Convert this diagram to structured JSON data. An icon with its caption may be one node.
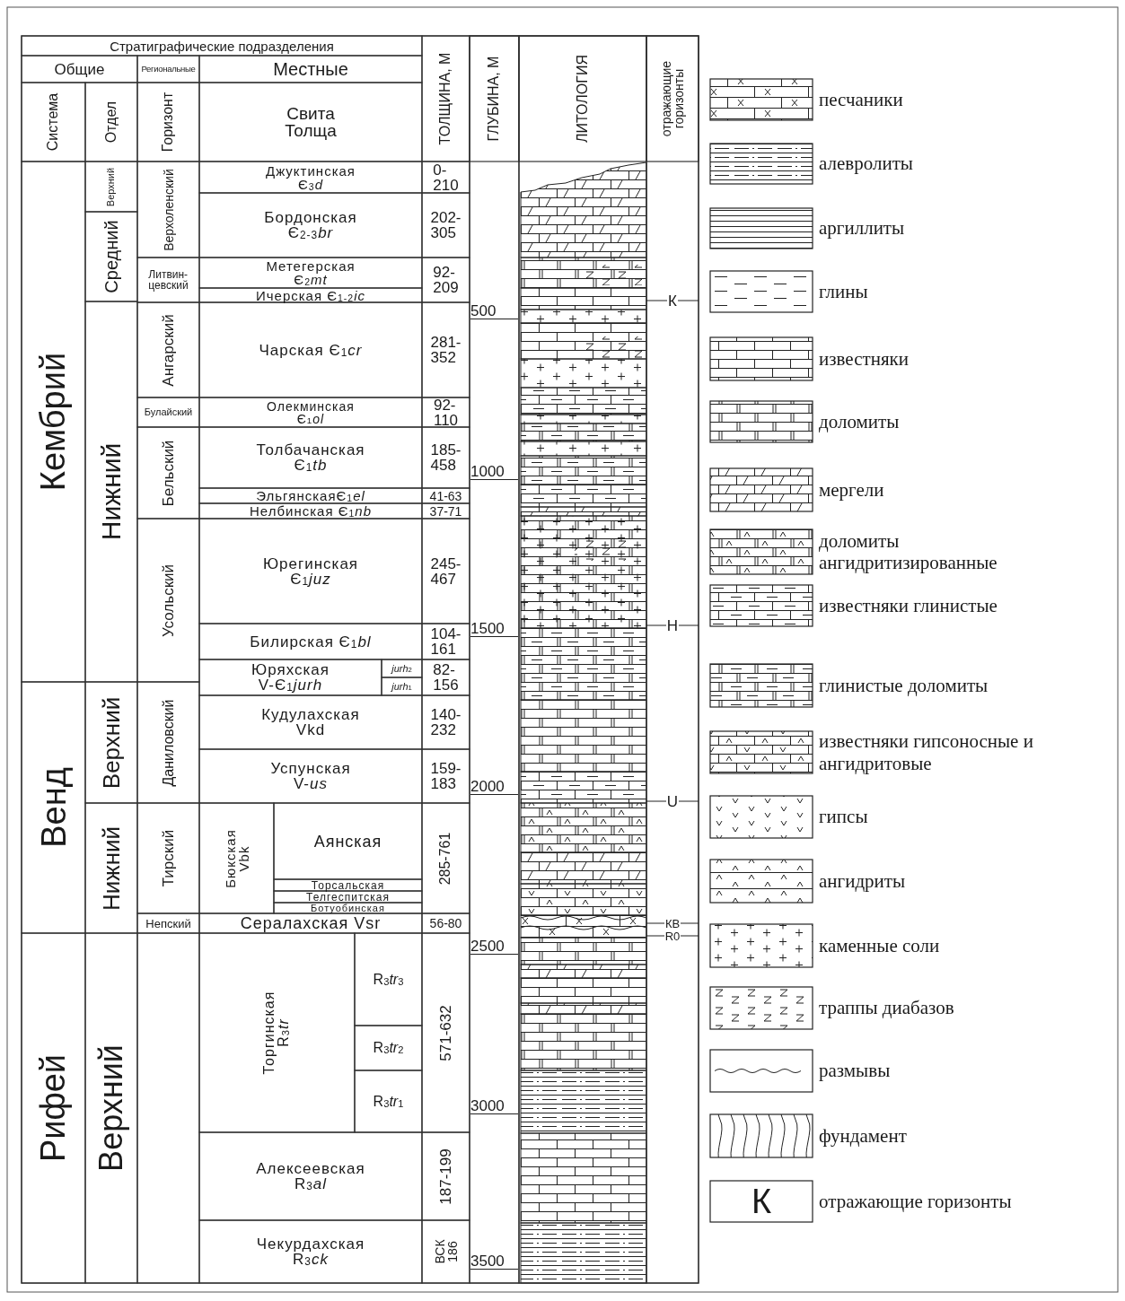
{
  "diagram": {
    "labels": [
      "Стратиграфические подразделения",
      "Общие",
      "Региональные",
      "Местные",
      "Система",
      "Отдел",
      "Горизонт",
      "Свита Толща",
      "ТОЛЩИНА, М",
      "ГЛУБИНА, М",
      "ЛИТОЛОГИЯ",
      "отражающие горизонты",
      "Кембрий",
      "Верхний",
      "Верхоленский",
      "Джуктинская Є$_{3}$*d*",
      "0- 210",
      "Бордонская Є$_{2-3}$*br*",
      "202- 305",
      "Средний",
      "Литвин- цевский",
      "Метегерская Є$_{2}$*mt*",
      "92- 209",
      "Ичерская Є$_{1-2}$*ic*",
      "Нижний",
      "Ангарский",
      "Чарская Є$_{1}$*cr*",
      "281- 352",
      "Булайский",
      "Олекминская Є$_{1}$*ol*",
      "92- 110",
      "Бельский",
      "Толбачанская Є$_{1}$*tb*",
      "185- 458",
      "ЭльгянскаяЄ$_{1}$*el*",
      "41-63",
      "Нелбинская Є$_{1}$*nb*",
      "37-71",
      "Усольский",
      "Юрегинская Є$_{1}$*juz*",
      "245- 467",
      "Билирская Є$_{1}$*bl*",
      "104- 161",
      "Юряхская V-Є$_{1}$*jurh*",
      "*jurh*$_{2}$",
      "82- 156",
      "*jurh*$_{1}$",
      "Венд",
      "Верхний",
      "Даниловский",
      "Кудулахская Vkd",
      "140- 232",
      "Успунская V-*us*",
      "159- 183",
      "Нижний",
      "Тирский",
      "Бюкская Vbk",
      "Аянская",
      "285-761",
      "Торсальская",
      "Телгеспитская",
      "Ботуобинская",
      "Непский",
      "Сералахская Vsr",
      "56-80",
      "Рифей",
      "Верхний",
      "Торгинская R$_{3}$*tr*",
      "R$_{3}$*tr*$_{3}$",
      "571-632",
      "R$_{3}$*tr*$_{2}$",
      "R$_{3}$*tr*$_{1}$",
      "Алексеевская R$_{3}$*al*",
      "187-199",
      "Чекурдахская R$_{3}$*ck*",
      "ВСК 186",
      "500",
      "1000",
      "1500",
      "2000",
      "2500",
      "3000",
      "3500",
      "К",
      "Н",
      "U",
      "КВ",
      "R0",
      "К"
    ],
    "legend": [
      {
        "text": "песчаники"
      },
      {
        "text": "алевролиты"
      },
      {
        "text": "аргиллиты"
      },
      {
        "text": "глины"
      },
      {
        "text": "известняки"
      },
      {
        "text": "доломиты"
      },
      {
        "text": "мергели"
      },
      {
        "text": "доломиты ангидритизированные"
      },
      {
        "text": "известняки глинистые"
      },
      {
        "text": "глинистые доломиты"
      },
      {
        "text": "известняки гипсоносные и ангидритовые"
      },
      {
        "text": "гипсы"
      },
      {
        "text": "ангидриты"
      },
      {
        "text": "каменные соли"
      },
      {
        "text": "траппы диабазов"
      },
      {
        "text": "размывы"
      },
      {
        "text": "фундамент"
      },
      {
        "text": "отражающие горизонты"
      }
    ]
  }
}
